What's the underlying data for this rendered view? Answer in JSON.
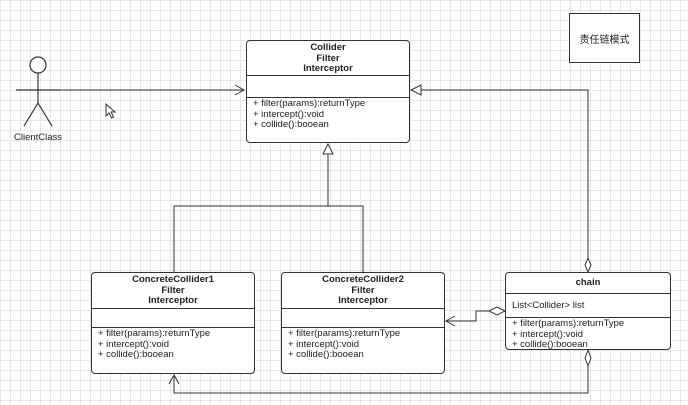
{
  "note": {
    "text": "责任链模式"
  },
  "actor": {
    "label": "ClientClass"
  },
  "classes": {
    "interface": {
      "names": [
        "Collider",
        "Filter",
        "Interceptor"
      ],
      "attributes": [],
      "operations": [
        "+ filter(params):returnType",
        "+ intercept():void",
        "+ collide():booean"
      ]
    },
    "concrete1": {
      "names": [
        "ConcreteCollider1",
        "Filter",
        "Interceptor"
      ],
      "attributes": [],
      "operations": [
        "+ filter(params):returnType",
        "+ intercept():void",
        "+ collide():booean"
      ]
    },
    "concrete2": {
      "names": [
        "ConcreteCollider2",
        "Filter",
        "Interceptor"
      ],
      "attributes": [],
      "operations": [
        "+ filter(params):returnType",
        "+ intercept():void",
        "+ collide():booean"
      ]
    },
    "chain": {
      "names": [
        "chain"
      ],
      "attributes": [
        "List<Collider> list"
      ],
      "operations": [
        "+ filter(params):returnType",
        "+ intercept():void",
        "+ collide():booean"
      ]
    }
  },
  "colors": {
    "line": "#333333",
    "grid": "#e6e6e6",
    "background": "#ffffff"
  }
}
